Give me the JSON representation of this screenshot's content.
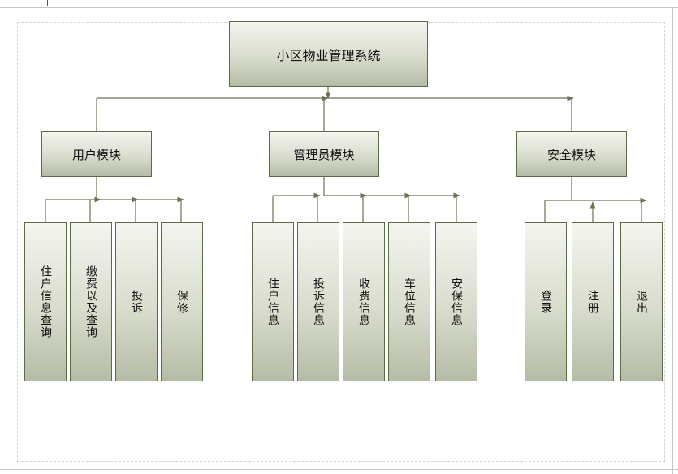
{
  "diagram": {
    "root": "小区物业管理系统",
    "modules": [
      {
        "label": "用户模块",
        "children": [
          "住户信息查询",
          "缴费以及查询",
          "投诉",
          "保修"
        ]
      },
      {
        "label": "管理员模块",
        "children": [
          "住户信息",
          "投诉信息",
          "收费信息",
          "车位信息",
          "安保信息"
        ]
      },
      {
        "label": "安全模块",
        "children": [
          "登录",
          "注册",
          "退出"
        ]
      }
    ]
  },
  "colors": {
    "line": "#6b7355",
    "border": "#5b6b46"
  }
}
